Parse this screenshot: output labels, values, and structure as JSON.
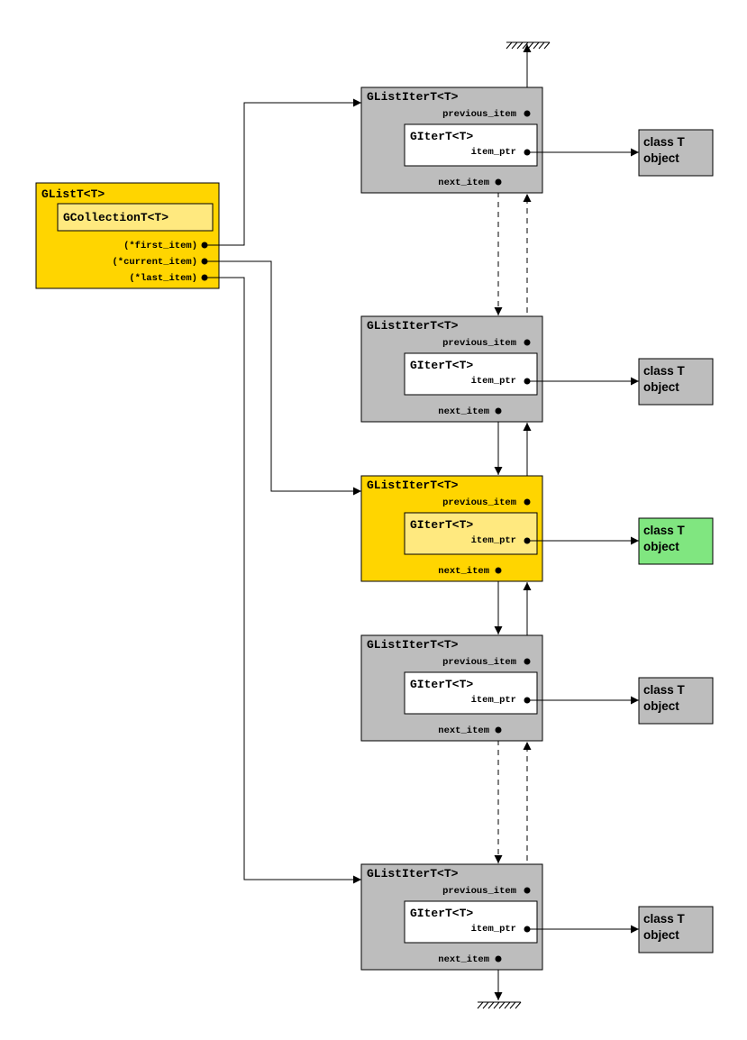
{
  "colors": {
    "node_default": "#bdbdbd",
    "node_current": "#ffd500",
    "inner_default": "#ffffff",
    "inner_current": "#ffe97f",
    "object_default": "#bdbdbd",
    "object_current": "#80e680",
    "list_fill": "#ffd500",
    "collection_fill": "#ffe97f"
  },
  "list": {
    "title": "GListT<T>",
    "collection_label": "GCollectionT<T>",
    "first_item": "(*first_item)",
    "current_item": "(*current_item)",
    "last_item": "(*last_item)"
  },
  "nodes": [
    {
      "title": "GListIterT<T>",
      "previous": "previous_item",
      "inner": "GIterT<T>",
      "ptr": "item_ptr",
      "next": "next_item",
      "object_line1": "class T",
      "object_line2": "object",
      "current": false
    },
    {
      "title": "GListIterT<T>",
      "previous": "previous_item",
      "inner": "GIterT<T>",
      "ptr": "item_ptr",
      "next": "next_item",
      "object_line1": "class T",
      "object_line2": "object",
      "current": false
    },
    {
      "title": "GListIterT<T>",
      "previous": "previous_item",
      "inner": "GIterT<T>",
      "ptr": "item_ptr",
      "next": "next_item",
      "object_line1": "class T",
      "object_line2": "object",
      "current": true
    },
    {
      "title": "GListIterT<T>",
      "previous": "previous_item",
      "inner": "GIterT<T>",
      "ptr": "item_ptr",
      "next": "next_item",
      "object_line1": "class T",
      "object_line2": "object",
      "current": false
    },
    {
      "title": "GListIterT<T>",
      "previous": "previous_item",
      "inner": "GIterT<T>",
      "ptr": "item_ptr",
      "next": "next_item",
      "object_line1": "class T",
      "object_line2": "object",
      "current": false
    }
  ]
}
